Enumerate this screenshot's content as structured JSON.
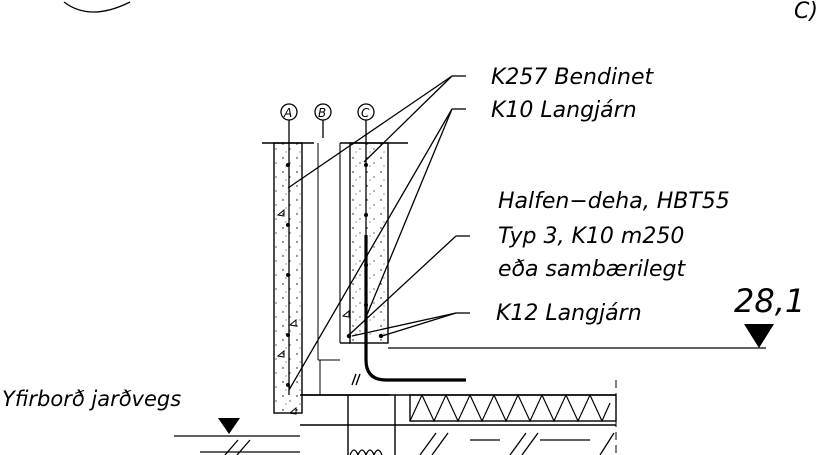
{
  "view_label": "C)",
  "axes": [
    "A",
    "B",
    "C"
  ],
  "labels": {
    "bendinet": "K257 Bendinet",
    "langjarn_k10": "K10 Langjárn",
    "halfen_line1": "Halfen−deha, HBT55",
    "halfen_line2": "Typ 3, K10 m250",
    "halfen_line3": "eða sambærilegt",
    "langjarn_k12": "K12 Langjárn",
    "elevation": "28,1",
    "ground_surface": "Yfirborð jarðvegs"
  }
}
